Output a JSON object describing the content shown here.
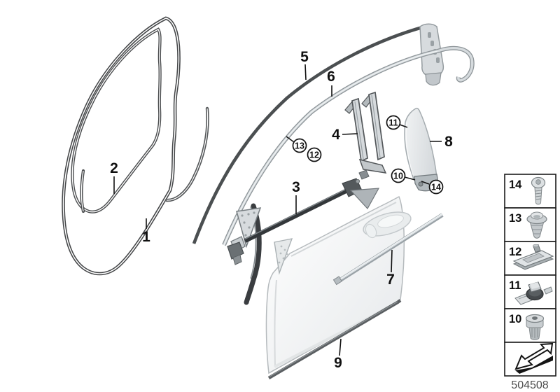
{
  "diagram": {
    "callout_labels": {
      "n1": "1",
      "n2": "2",
      "n3": "3",
      "n4": "4",
      "n5": "5",
      "n6": "6",
      "n7": "7",
      "n8": "8",
      "n9": "9"
    },
    "circled_labels": {
      "c10": "10",
      "c11": "11",
      "c12": "12",
      "c13": "13",
      "c14": "14"
    },
    "legend": {
      "items": [
        {
          "label": "14",
          "icon": "torx-screw-icon"
        },
        {
          "label": "13",
          "icon": "expanding-rivet-icon"
        },
        {
          "label": "12",
          "icon": "cage-nut-clamp-icon"
        },
        {
          "label": "11",
          "icon": "fastening-clip-icon"
        },
        {
          "label": "10",
          "icon": "blind-rivet-nut-icon"
        },
        {
          "label": "",
          "icon": "direction-arrow-icon"
        }
      ]
    },
    "footer": {
      "diagram_number": "504508"
    },
    "colors": {
      "line_dark": "#3c4042",
      "line_black": "#111111",
      "silver_light": "#d8dcdf",
      "silver_mid": "#aeb5b9",
      "panel_light": "#eef0f1",
      "background": "#ffffff"
    }
  }
}
